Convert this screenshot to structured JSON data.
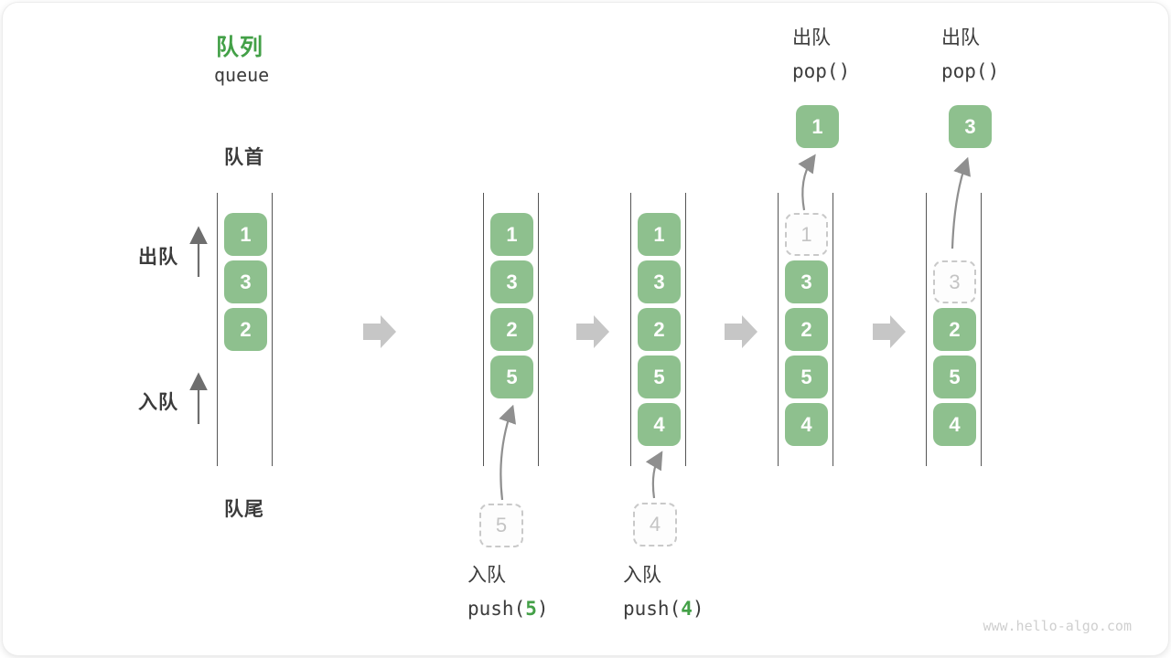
{
  "title": {
    "zh": "队列",
    "en": "queue"
  },
  "labels": {
    "front": "队首",
    "rear": "队尾",
    "dequeue_side": "出队",
    "enqueue_side": "入队"
  },
  "watermark": "www.hello-algo.com",
  "colors": {
    "box_green": "#8ec08e",
    "accent_green": "#43a047",
    "column_line": "#555555",
    "flow_arrow_gray": "#c6c6c6",
    "curve_arrow_gray": "#8f8f8f",
    "side_arrow_gray": "#6e6e6e",
    "ghost_gray": "#c9c9c9",
    "text_dark": "#3c3c3c"
  },
  "states": [
    {
      "cells": [
        {
          "value": "1"
        },
        {
          "value": "3"
        },
        {
          "value": "2"
        }
      ]
    },
    {
      "cells": [
        {
          "value": "1"
        },
        {
          "value": "3"
        },
        {
          "value": "2"
        },
        {
          "value": "5"
        }
      ]
    },
    {
      "cells": [
        {
          "value": "1"
        },
        {
          "value": "3"
        },
        {
          "value": "2"
        },
        {
          "value": "5"
        },
        {
          "value": "4"
        }
      ]
    },
    {
      "cells": [
        {
          "value": "1",
          "ghost": true
        },
        {
          "value": "3"
        },
        {
          "value": "2"
        },
        {
          "value": "5"
        },
        {
          "value": "4"
        }
      ]
    },
    {
      "cells": [
        {
          "value": "3",
          "ghost": true
        },
        {
          "value": "2"
        },
        {
          "value": "5"
        },
        {
          "value": "4"
        }
      ]
    }
  ],
  "ops": {
    "push5": {
      "action": "入队",
      "code_open": "push(",
      "arg": "5",
      "code_close": ")",
      "staged": "5"
    },
    "push4": {
      "action": "入队",
      "code_open": "push(",
      "arg": "4",
      "code_close": ")",
      "staged": "4"
    },
    "pop1": {
      "action": "出队",
      "code": "pop()",
      "result": "1"
    },
    "pop3": {
      "action": "出队",
      "code": "pop()",
      "result": "3"
    }
  }
}
